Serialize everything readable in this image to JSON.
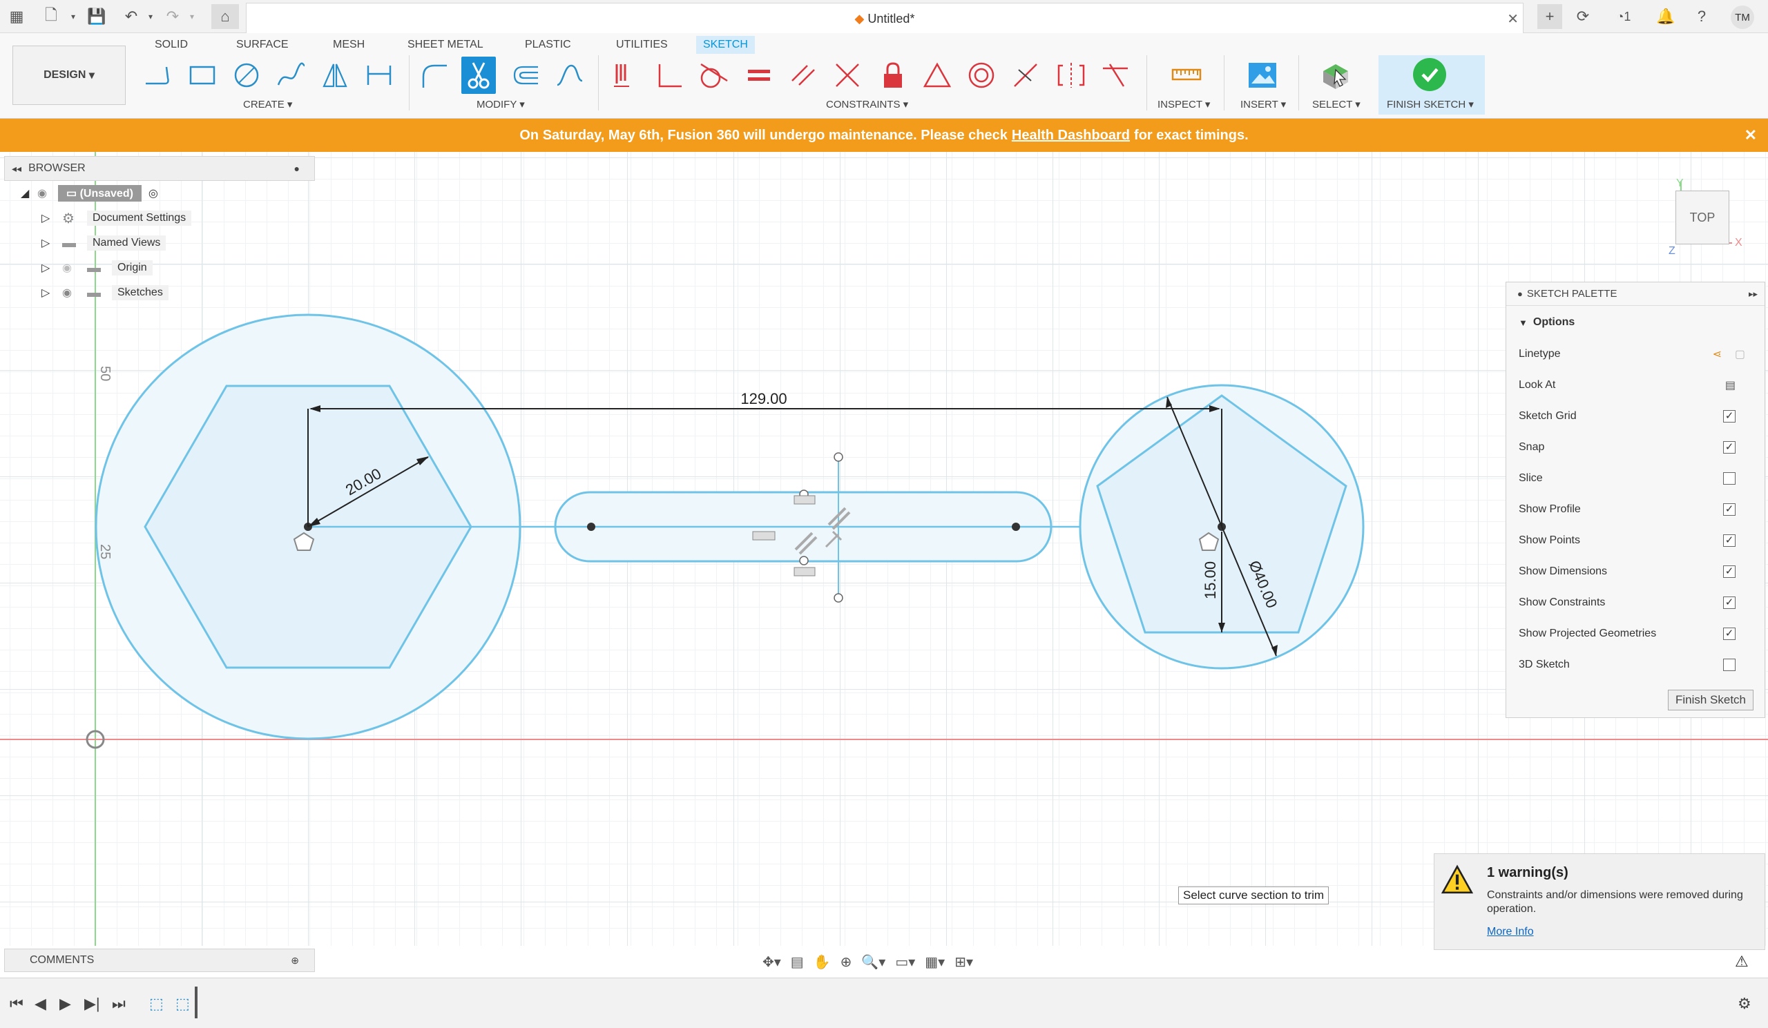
{
  "title_bar": {
    "document_title": "Untitled*",
    "notification_count": "1",
    "user_initials": "TM"
  },
  "toolbar": {
    "workspace_button": "DESIGN",
    "tabs": [
      "SOLID",
      "SURFACE",
      "MESH",
      "SHEET METAL",
      "PLASTIC",
      "UTILITIES",
      "SKETCH"
    ],
    "active_tab": "SKETCH",
    "groups": {
      "create": "CREATE",
      "modify": "MODIFY",
      "constraints": "CONSTRAINTS",
      "inspect": "INSPECT",
      "insert": "INSERT",
      "select": "SELECT",
      "finish_sketch": "FINISH SKETCH"
    }
  },
  "banner": {
    "text_before": "On Saturday, May 6th, Fusion 360 will undergo maintenance. Please check",
    "link": "Health Dashboard",
    "text_after": "for exact timings."
  },
  "browser": {
    "title": "BROWSER",
    "root": "(Unsaved)",
    "items": [
      "Document Settings",
      "Named Views",
      "Origin",
      "Sketches"
    ]
  },
  "sketch": {
    "dim_129": "129.00",
    "dim_20": "20.00",
    "dim_15": "15.00",
    "dim_40": "Ø40.00",
    "axis_50": "50",
    "axis_25": "25"
  },
  "viewcube": {
    "face": "TOP",
    "axis_y": "Y",
    "axis_x": "X",
    "axis_z": "Z"
  },
  "palette": {
    "title": "SKETCH PALETTE",
    "section": "Options",
    "linetype": "Linetype",
    "look_at": "Look At",
    "rows": [
      {
        "label": "Sketch Grid",
        "checked": true
      },
      {
        "label": "Snap",
        "checked": true
      },
      {
        "label": "Slice",
        "checked": false
      },
      {
        "label": "Show Profile",
        "checked": true
      },
      {
        "label": "Show Points",
        "checked": true
      },
      {
        "label": "Show Dimensions",
        "checked": true
      },
      {
        "label": "Show Constraints",
        "checked": true
      },
      {
        "label": "Show Projected Geometries",
        "checked": true
      },
      {
        "label": "3D Sketch",
        "checked": false
      }
    ],
    "finish_button": "Finish Sketch"
  },
  "tooltip": "Select curve section to trim",
  "warning": {
    "title": "1 warning(s)",
    "message": "Constraints and/or dimensions were removed during operation.",
    "link": "More Info"
  },
  "comments": "COMMENTS",
  "colors": {
    "accent": "#0696d7",
    "banner": "#f39c1b",
    "sketch_line": "#6fc3e6",
    "profile_fill": "#e9f5fb",
    "finish_green": "#2db84d"
  }
}
